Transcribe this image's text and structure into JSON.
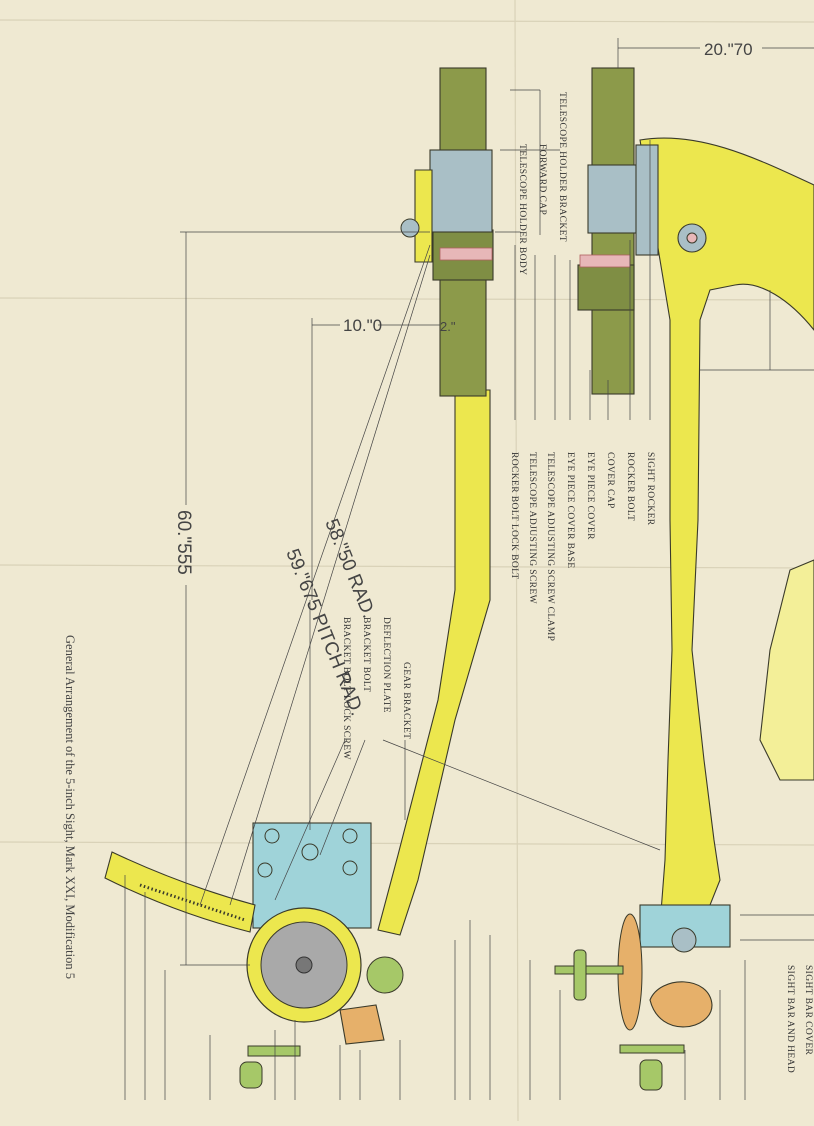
{
  "title": "General Arrangement of the 5-inch Sight, Mark XXI, Modification 5",
  "dimensions": {
    "overall_width": "20.\"70",
    "spacing": "10.\"0",
    "small_offset": "2.\"",
    "height": "60.\"555",
    "radius": "58.\"50 RAD.",
    "pitch_radius": "59.\"675 PITCH RAD."
  },
  "labels_top": [
    "TELESCOPE HOLDER BRACKET",
    "FORWARD CAP",
    "TELESCOPE HOLDER BODY"
  ],
  "labels_middle": [
    "SIGHT ROCKER",
    "ROCKER BOLT",
    "COVER CAP",
    "EYE PIECE COVER",
    "EYE PIECE COVER BASE",
    "TELESCOPE ADJUSTING SCREW CLAMP",
    "TELESCOPE ADJUSTING SCREW",
    "ROCKER BOLT LOCK BOLT"
  ],
  "labels_lower": [
    "GEAR BRACKET",
    "DEFLECTION PLATE",
    "BRACKET BOLT",
    "BRACKET BOLT LOCK SCREW"
  ],
  "labels_right": [
    "SIGHT BAR COVER",
    "SIGHT BAR AND HEAD"
  ],
  "colors": {
    "paper": "#efe9d2",
    "frame_yellow": "#ece74e",
    "telescope_olive": "#8c9a4a",
    "bracket_blue": "#a9bfc6",
    "plate_cyan": "#9fd3d9",
    "gear_gray": "#a9a9a9",
    "knob_green": "#a6c868",
    "orange_part": "#e6b06a"
  }
}
